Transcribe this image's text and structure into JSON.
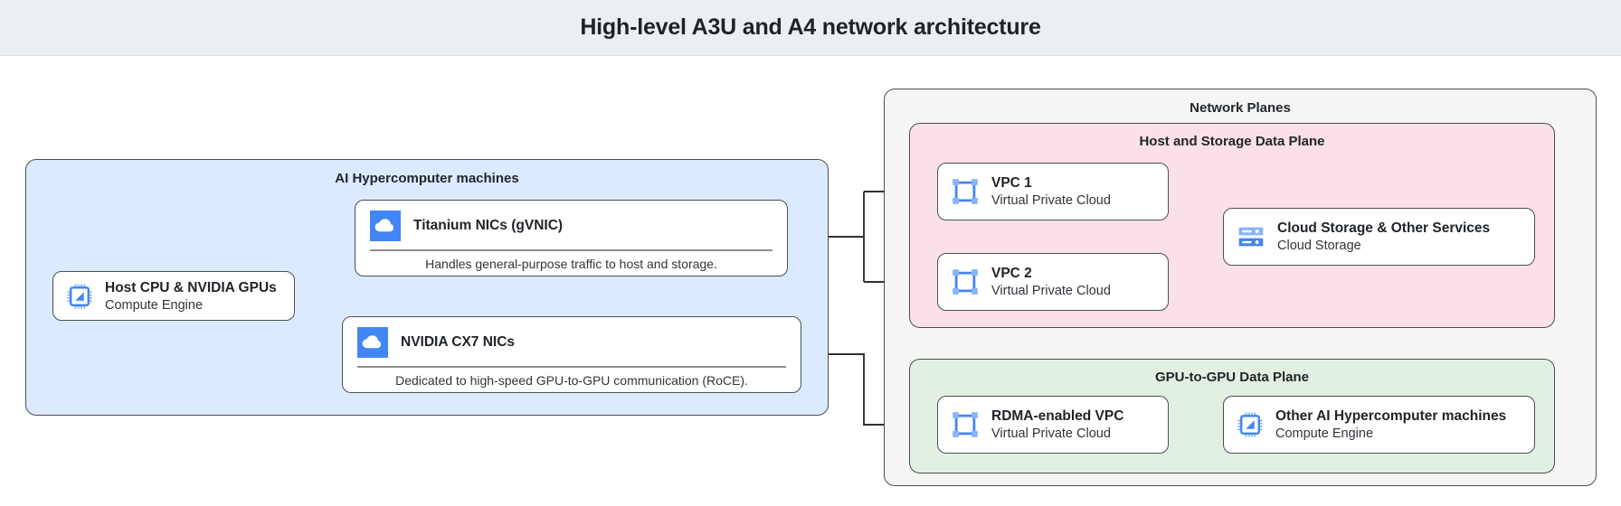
{
  "header": {
    "title": "High-level A3U and A4 network architecture"
  },
  "colors": {
    "header_bg": "#eceff1",
    "machines_bg": "#dbeafe",
    "planes_bg": "#f5f5f5",
    "host_data_plane_bg": "#fbe0e8",
    "gpu_data_plane_bg": "#e2f0e2",
    "icon_blue": "#4285f4",
    "icon_blue_light": "#8ab4f8",
    "stroke": "#4a4f55"
  },
  "groups": {
    "machines": {
      "title": "AI Hypercomputer machines"
    },
    "network_planes": {
      "title": "Network Planes"
    },
    "host_storage_plane": {
      "title": "Host and Storage Data Plane"
    },
    "gpu_plane": {
      "title": "GPU-to-GPU Data Plane"
    }
  },
  "nodes": {
    "host_cpu": {
      "title": "Host CPU & NVIDIA GPUs",
      "subtitle": "Compute Engine",
      "icon": "cpu-chip-icon"
    },
    "titanium_nics": {
      "title": "Titanium NICs (gVNIC)",
      "description": "Handles general-purpose traffic to host and storage.",
      "icon": "cloud-icon"
    },
    "cx7_nics": {
      "title": "NVIDIA CX7 NICs",
      "description": "Dedicated to high-speed GPU-to-GPU communication (RoCE).",
      "icon": "cloud-icon"
    },
    "vpc1": {
      "title": "VPC 1",
      "subtitle": "Virtual Private Cloud",
      "icon": "vpc-network-icon"
    },
    "vpc2": {
      "title": "VPC 2",
      "subtitle": "Virtual Private Cloud",
      "icon": "vpc-network-icon"
    },
    "cloud_storage": {
      "title": "Cloud Storage & Other Services",
      "subtitle": "Cloud Storage",
      "icon": "storage-bucket-icon"
    },
    "rdma_vpc": {
      "title": "RDMA-enabled VPC",
      "subtitle": "Virtual Private Cloud",
      "icon": "vpc-network-icon"
    },
    "other_machines": {
      "title": "Other AI Hypercomputer machines",
      "subtitle": "Compute Engine",
      "icon": "cpu-chip-icon"
    }
  }
}
